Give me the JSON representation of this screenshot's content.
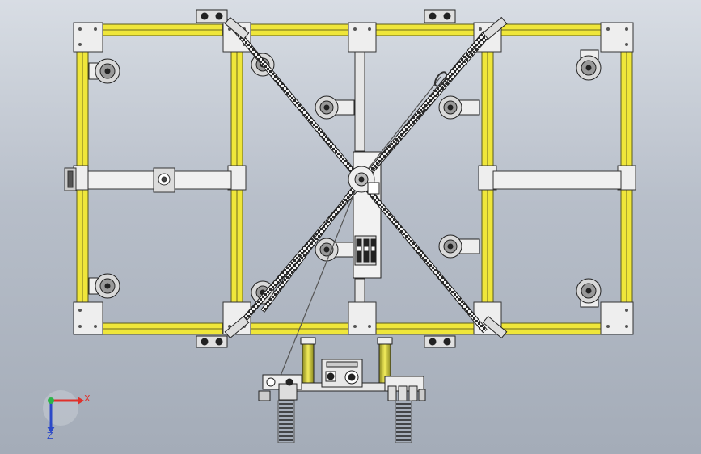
{
  "viewport": {
    "background_top": "#d8dde4",
    "background_bottom": "#a4acb8"
  },
  "colors": {
    "profile_yellow": "#efe63a",
    "profile_edge": "#5a5a20",
    "metal": "#e6e6e6",
    "outline": "#333333",
    "chain_dark": "#2a2a2a",
    "chain_light": "#f4f4f4",
    "axis_x": "#e0302a",
    "axis_y": "#2db34a",
    "axis_z": "#2c49c8"
  },
  "triad": {
    "x_label": "X",
    "z_label": "Z",
    "x_icon": "x-axis-arrow-icon",
    "y_icon": "y-axis-dot-icon",
    "z_icon": "z-axis-arrow-icon"
  },
  "components": {
    "frame": "aluminium-profile-frame",
    "crossed_chains": 2,
    "caster_wheels": 8,
    "leveling_springs": 2
  }
}
